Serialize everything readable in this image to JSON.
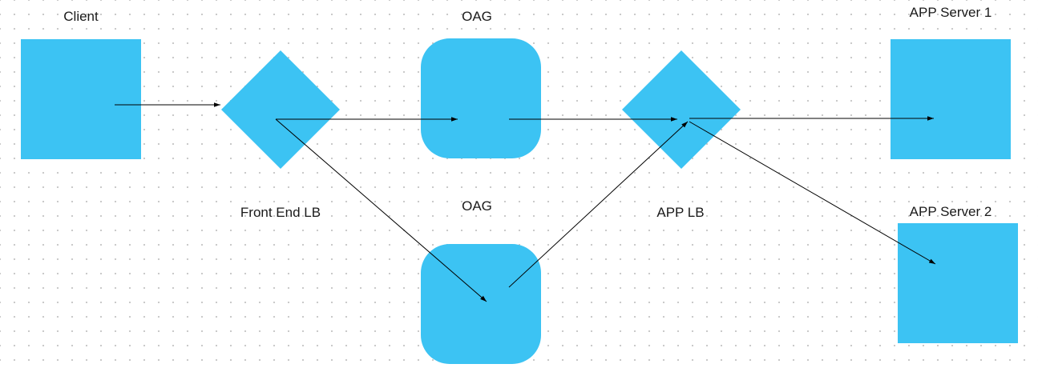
{
  "diagram": {
    "fill_color": "#3cc3f3",
    "edge_color": "#000000",
    "nodes": {
      "client": {
        "label": "Client",
        "shape": "square"
      },
      "front_end_lb": {
        "label": "Front End LB",
        "shape": "diamond"
      },
      "oag_top": {
        "label": "OAG",
        "shape": "rounded-square"
      },
      "oag_bottom": {
        "label": "OAG",
        "shape": "rounded-square"
      },
      "app_lb": {
        "label": "APP LB",
        "shape": "diamond"
      },
      "app_server_1": {
        "label": "APP Server 1",
        "shape": "square"
      },
      "app_server_2": {
        "label": "APP Server 2",
        "shape": "square"
      }
    },
    "edges": [
      {
        "from": "client",
        "to": "front_end_lb"
      },
      {
        "from": "front_end_lb",
        "to": "oag_top"
      },
      {
        "from": "front_end_lb",
        "to": "oag_bottom"
      },
      {
        "from": "oag_top",
        "to": "app_lb"
      },
      {
        "from": "oag_bottom",
        "to": "app_lb"
      },
      {
        "from": "app_lb",
        "to": "app_server_1"
      },
      {
        "from": "app_lb",
        "to": "app_server_2"
      }
    ]
  }
}
